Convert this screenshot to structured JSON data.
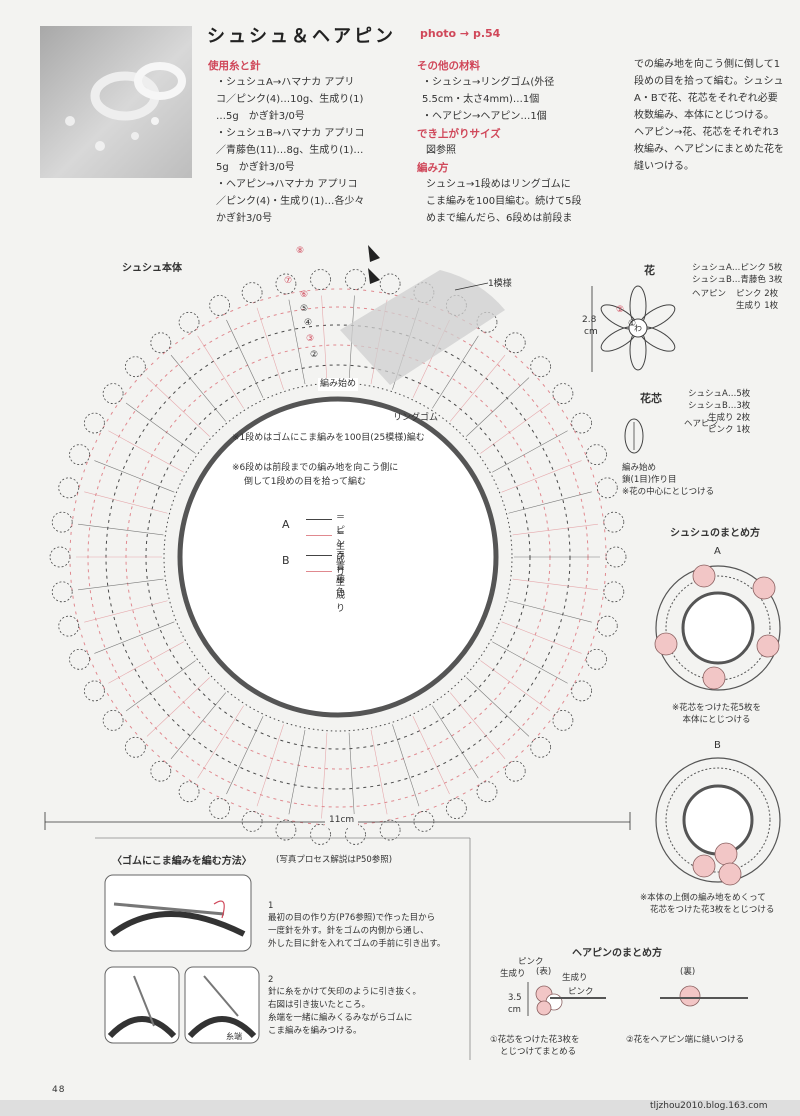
{
  "header": {
    "title": "シュシュ＆ヘアピン",
    "photo_ref": "photo → p.54"
  },
  "materials": {
    "heading": "使用糸と針",
    "lines": [
      "・シュシュA→ハマナカ アプリ",
      "コ／ピンク(4)…10g、生成り(1)",
      "…5g　かぎ針3/0号",
      "・シュシュB→ハマナカ アプリコ",
      "／青藤色(11)…8g、生成り(1)…",
      "5g　かぎ針3/0号",
      "・ヘアピン→ハマナカ アプリコ",
      "／ピンク(4)・生成り(1)…各少々",
      "かぎ針3/0号"
    ]
  },
  "other": {
    "heading": "その他の材料",
    "lines": [
      "・シュシュ→リングゴム(外径",
      "5.5cm・太さ4mm)…1個",
      "・ヘアピン→ヘアピン…1個"
    ],
    "size_heading": "でき上がりサイズ",
    "size_text": "図参照",
    "method_heading": "編み方",
    "method_lines": [
      "シュシュ→1段めはリングゴムに",
      "こま編みを100目編む。続けて5段",
      "めまで編んだら、6段めは前段ま"
    ]
  },
  "method_cont": {
    "lines": [
      "での編み地を向こう側に倒して1",
      "段めの目を拾って編む。シュシュ",
      "A・Bで花、花芯をそれぞれ必要",
      "枚数編み、本体にとじつける。",
      "ヘアピン→花、花芯をそれぞれ3",
      "枚編み、ヘアピンにまとめた花を",
      "縫いつける。"
    ]
  },
  "chart": {
    "title": "シュシュ本体",
    "pattern_label": "1模様",
    "start_label": "編み始め",
    "ring_label": "リングゴム",
    "note1": "※1段めはゴムにこま編みを100目(25模様)編む",
    "note2a": "※6段めは前段までの編み地を向こう側に",
    "note2b": "倒して1段めの目を拾って編む",
    "legend_a": "A",
    "legend_a1": "＝ピンク",
    "legend_a2": "＝生成り",
    "legend_b": "B",
    "legend_b1": "＝青藤色",
    "legend_b2": "＝生成り",
    "width_label": "11cm",
    "rows": [
      "⑧",
      "⑦",
      "⑥",
      "⑤",
      "④",
      "③",
      "②"
    ]
  },
  "flower": {
    "title": "花",
    "a_label": "シュシュA…ピンク 5枚",
    "b_label": "シュシュB…青藤色 3枚",
    "pin_label": "ヘアピン",
    "pin1": "ピンク 2枚",
    "pin2": "生成り 1枚",
    "size": "2.8",
    "unit": "cm",
    "row1": "①",
    "row2": "②",
    "center": "わ"
  },
  "core": {
    "title": "花芯",
    "a_label": "シュシュA…5枚",
    "b_label": "シュシュB…3枚",
    "pin_label": "ヘアピン",
    "pin1": "生成り 2枚",
    "pin2": "ピンク 1枚",
    "start1": "編み始め",
    "start2": "鎖(1目)作り目",
    "note": "※花の中心にとじつける"
  },
  "assembly": {
    "title": "シュシュのまとめ方",
    "a_label": "A",
    "a_note1": "※花芯をつけた花5枚を",
    "a_note2": "本体にとじつける",
    "b_label": "B",
    "b_note1": "※本体の上側の編み地をめくって",
    "b_note2": "花芯をつけた花3枚をとじつける"
  },
  "howto": {
    "title": "〈ゴムにこま編みを編む方法〉",
    "ref": "(写真プロセス解説はP50参照)",
    "step1_num": "1",
    "step1_lines": [
      "最初の目の作り方(P76参照)で作った目から",
      "一度針を外す。針をゴムの内側から通し、",
      "外した目に針を入れてゴムの手前に引き出す。"
    ],
    "step2_num": "2",
    "step2_lines": [
      "針に糸をかけて矢印のように引き抜く。",
      "右図は引き抜いたところ。",
      "糸端を一緒に編みくるみながらゴムに",
      "こま編みを編みつける。"
    ],
    "yarn_end": "糸端"
  },
  "hairpin": {
    "title": "ヘアピンのまとめ方",
    "pink": "ピンク",
    "kinari": "生成り",
    "front": "(表)",
    "kinari2": "生成り",
    "pink2": "ピンク",
    "back": "(裏)",
    "size": "3.5",
    "unit": "cm",
    "step1a": "①花芯をつけた花3枚を",
    "step1b": "とじつけてまとめる",
    "step2": "②花をヘアピン端に縫いつける"
  },
  "page": {
    "number": "48",
    "site": "tljzhou2010.blog.163.com"
  },
  "colors": {
    "accent": "#d0485a",
    "pink_yarn": "#e0898f",
    "dark_yarn": "#4a4a4a",
    "flower_pink": "#f2c6c6"
  }
}
